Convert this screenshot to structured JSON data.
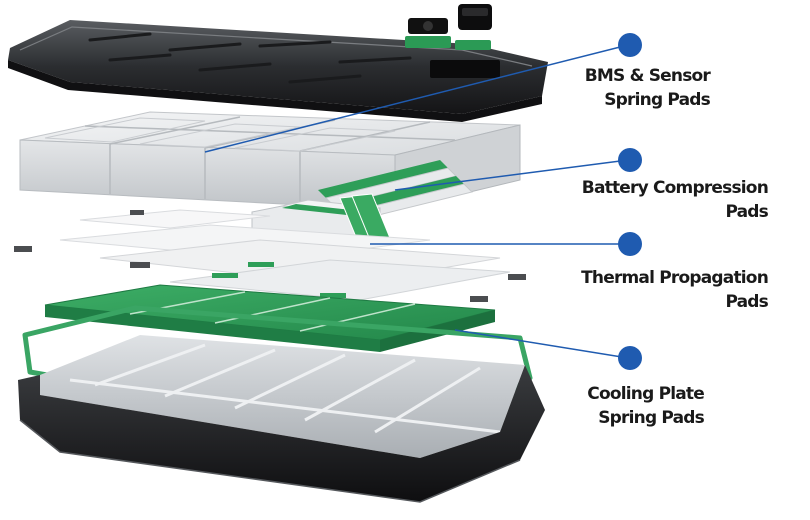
{
  "colors": {
    "callout_dot": "#1f5bb0",
    "leader_line": "#1f5bb0",
    "pad_green": "#2e9e58",
    "housing_dark": "#1d1d1f",
    "cell_gray": "#e6e8ea",
    "tray_metal": "#c9cdd1"
  },
  "callouts": [
    {
      "id": "bms",
      "lines": [
        "BMS & Sensor",
        "Spring Pads"
      ]
    },
    {
      "id": "compression",
      "lines": [
        "Battery Compression",
        "Pads"
      ]
    },
    {
      "id": "thermal",
      "lines": [
        "Thermal Propagation",
        "Pads"
      ]
    },
    {
      "id": "cooling",
      "lines": [
        "Cooling Plate",
        "Spring Pads"
      ]
    }
  ]
}
